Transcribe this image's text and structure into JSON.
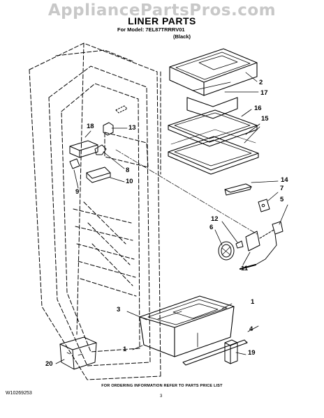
{
  "watermark": "AppliancePartsPros.com",
  "title": "LINER PARTS",
  "model_line": "For Model: 7EL87TRRRV01",
  "color_line": "(Black)",
  "callouts": [
    "2",
    "17",
    "16",
    "15",
    "18",
    "13",
    "8",
    "10",
    "9",
    "14",
    "7",
    "5",
    "12",
    "6",
    "11",
    "3",
    "1",
    "1",
    "4",
    "19",
    "20"
  ],
  "footer": {
    "ordering_note": "FOR ORDERING INFORMATION REFER TO PARTS PRICE LIST",
    "page_number": "3",
    "doc_code": "W10269253"
  }
}
